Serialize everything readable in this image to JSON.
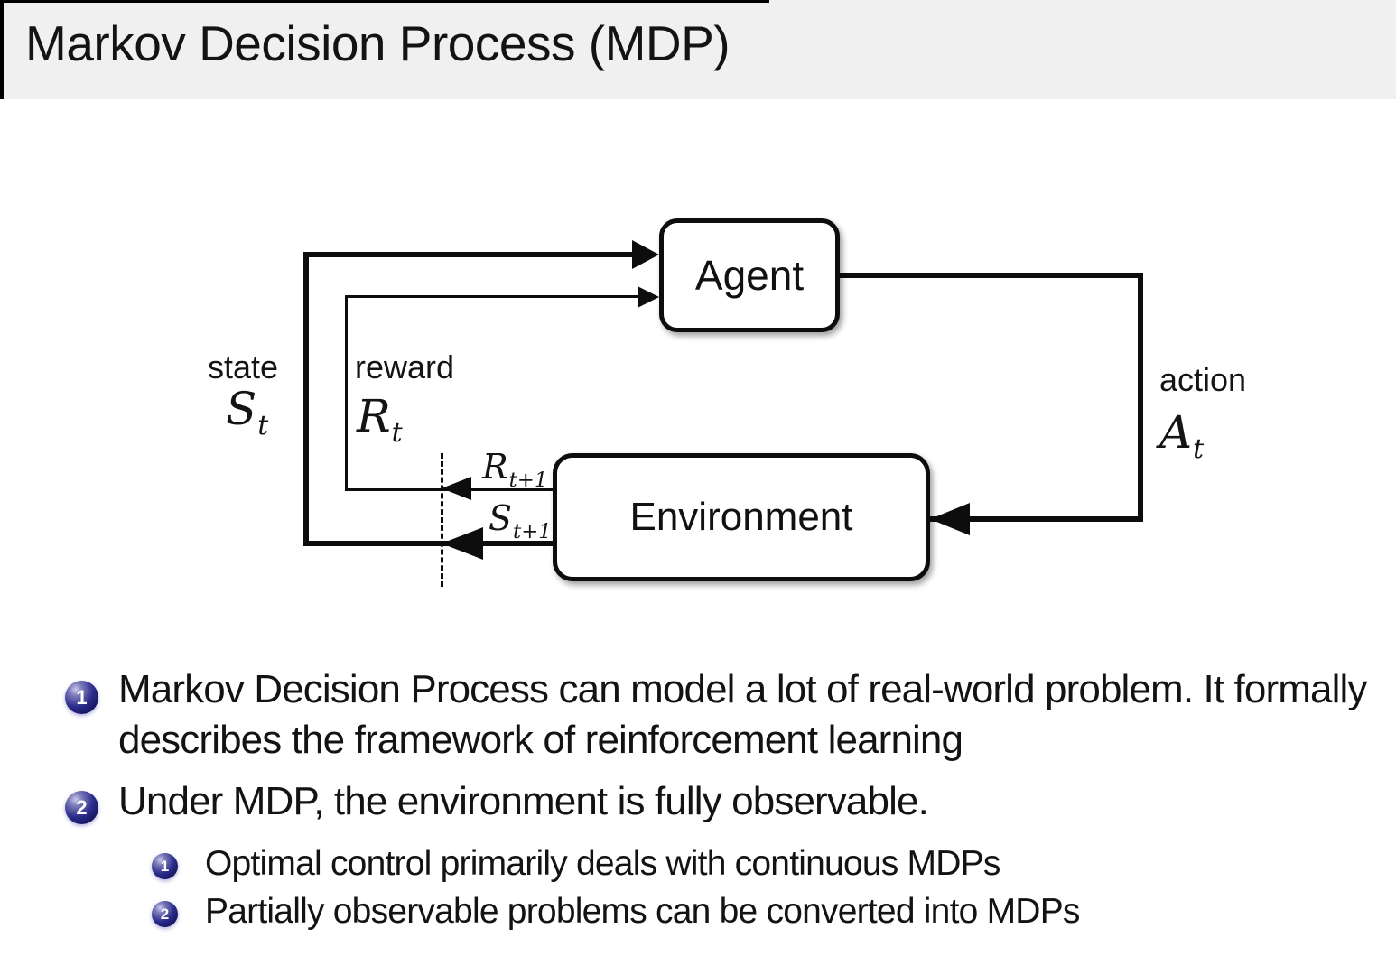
{
  "slide": {
    "title": "Markov Decision Process (MDP)"
  },
  "diagram": {
    "agent": "Agent",
    "environment": "Environment",
    "state": {
      "label": "state",
      "sym": "S",
      "sub": "t"
    },
    "reward": {
      "label": "reward",
      "sym": "R",
      "sub": "t"
    },
    "action": {
      "label": "action",
      "sym": "A",
      "sub": "t"
    },
    "next_reward": {
      "sym": "R",
      "sub": "t+1"
    },
    "next_state": {
      "sym": "S",
      "sub": "t+1"
    }
  },
  "bullets": [
    {
      "num": "1",
      "text": "Markov Decision Process can model a lot of real-world problem. It formally describes the framework of reinforcement learning"
    },
    {
      "num": "2",
      "text": "Under MDP, the environment is fully observable."
    }
  ],
  "sub_bullets": [
    {
      "num": "1",
      "text": "Optimal control primarily deals with continuous MDPs"
    },
    {
      "num": "2",
      "text": "Partially observable problems can be converted into MDPs"
    }
  ],
  "colors": {
    "title_bg": "#f0f0f1",
    "line": "#0d0d0d",
    "ball_dark": "#14145e",
    "ball_mid": "#2c2c8c"
  }
}
